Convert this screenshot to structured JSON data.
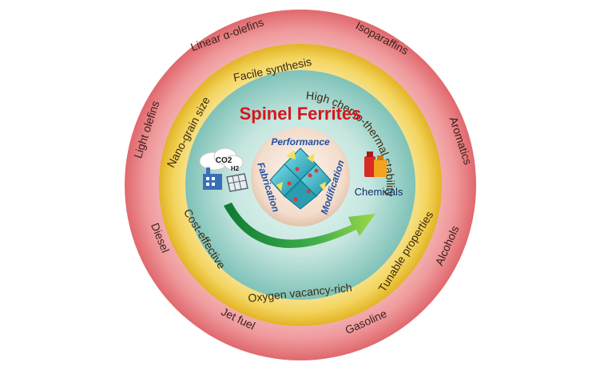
{
  "title": "Spinel Ferrites",
  "outer_ring_labels": [
    "Linear α-olefins",
    "Isoparaffins",
    "Aromatics",
    "Alcohols",
    "Gasoline",
    "Jet fuel",
    "Diesel",
    "Light olefins"
  ],
  "middle_ring_labels": [
    "Facile synthesis",
    "High chemo-thermal stability",
    "Tunable properties",
    "Oxygen vacancy-rich",
    "Cost-effective",
    "Nano-grain size"
  ],
  "center_labels": {
    "top": "Performance",
    "left": "Fabrication",
    "right": "Modification"
  },
  "inputs": {
    "co2": "CO2",
    "h2": "H2"
  },
  "output_label": "Chemicals",
  "colors": {
    "outer_ring": "#e8787c",
    "middle_ring": "#ecc83c",
    "inner_disc": "#a9d6cf",
    "title": "#d4161c",
    "center_text": "#1f4fa3",
    "arrow": "#2aa04a",
    "crystal": "#2fb5c9"
  }
}
